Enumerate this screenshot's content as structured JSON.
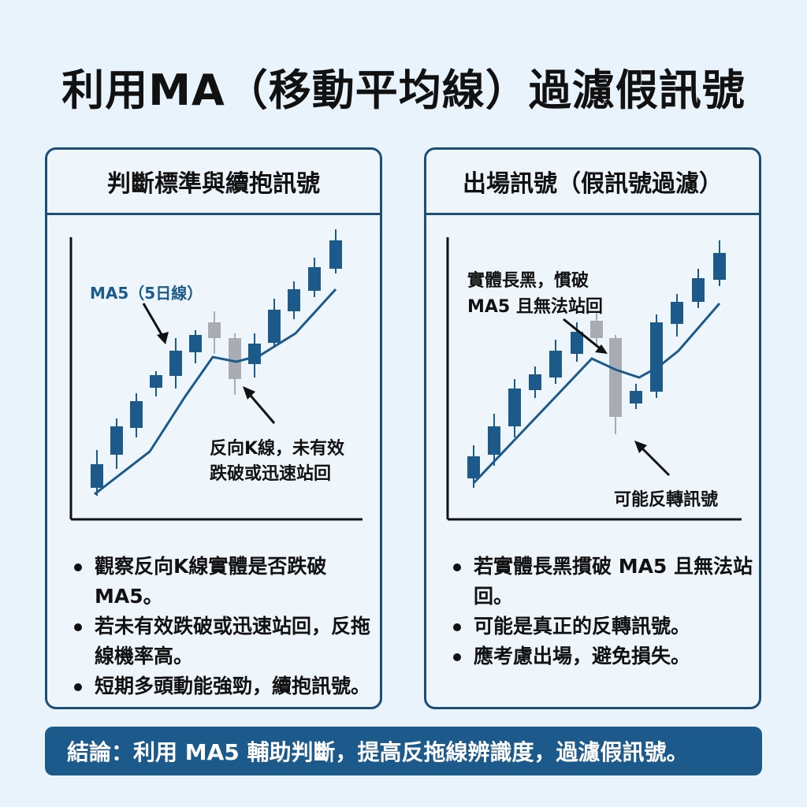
{
  "title": "利用MA（移動平均線）過濾假訊號",
  "left": {
    "header": "判斷標準與續抱訊號",
    "ma_label": "MA5（5日線）",
    "annotation": [
      "反向K線，未有效",
      "跌破或迅速站回"
    ],
    "bullets": [
      "觀察反向K線實體是否跌破 MA5。",
      "若未有效跌破或迅速站回，反拖線機率高。",
      "短期多頭動能強勁，續抱訊號。"
    ]
  },
  "right": {
    "header": "出場訊號（假訊號過濾）",
    "annotation_top": [
      "實體長黑，慣破",
      "MA5 且無法站回"
    ],
    "annotation_bottom": "可能反轉訊號",
    "bullets": [
      "若實體長黑摜破 MA5 且無法站回。",
      "可能是真正的反轉訊號。",
      "應考慮出場，避免損失。"
    ]
  },
  "conclusion": "結論：利用 MA5 輔助判斷，提高反拖線辨識度，過濾假訊號。",
  "colors": {
    "up_candle": "#1c5a8c",
    "reversal_candle": "#a9adb3",
    "ma_line": "#1c5a8c",
    "accent": "#1c4e78"
  }
}
